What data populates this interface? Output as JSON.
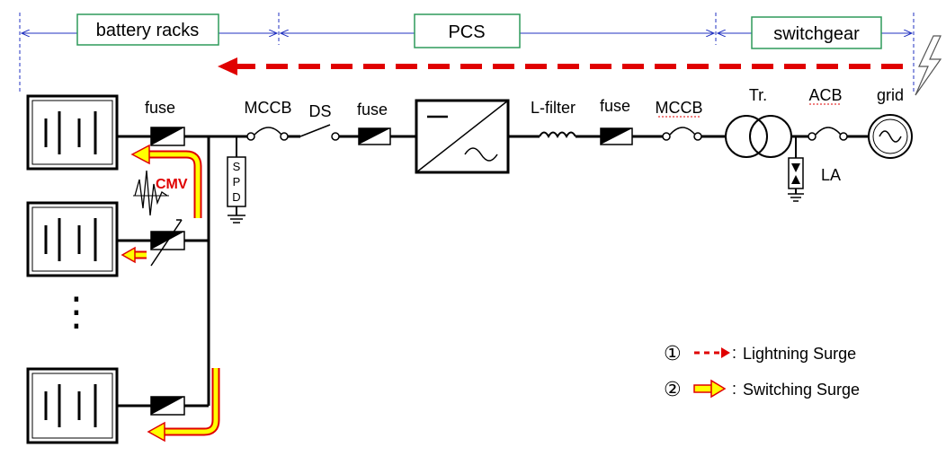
{
  "sections": {
    "battery_racks": "battery  racks",
    "pcs": "PCS",
    "switchgear": "switchgear"
  },
  "components": {
    "fuse_battery": "fuse",
    "mccb_dc": "MCCB",
    "ds": "DS",
    "fuse_dc": "fuse",
    "spd": "SPD",
    "l_filter": "L-filter",
    "fuse_ac": "fuse",
    "mccb_ac": "MCCB",
    "transformer": "Tr.",
    "acb": "ACB",
    "grid": "grid",
    "la": "LA",
    "cmv": "CMV",
    "ellipsis": "⋮"
  },
  "legend": {
    "items": [
      {
        "number": "①",
        "colon": ":",
        "label": "Lightning  Surge"
      },
      {
        "number": "②",
        "colon": ":",
        "label": "Switching  Surge"
      }
    ]
  },
  "colors": {
    "lightning_arrow": "#e00000",
    "switching_arrow_fill": "#ffff00",
    "switching_arrow_stroke": "#e00000",
    "section_border": "#2e9a5a",
    "dimension_line": "#2030c0"
  },
  "icons": [
    "lightning-bolt-icon",
    "battery-cell-icon",
    "fuse-icon",
    "breaker-icon",
    "disconnect-switch-icon",
    "converter-icon",
    "inductor-icon",
    "transformer-icon",
    "ac-source-icon",
    "ground-icon"
  ]
}
